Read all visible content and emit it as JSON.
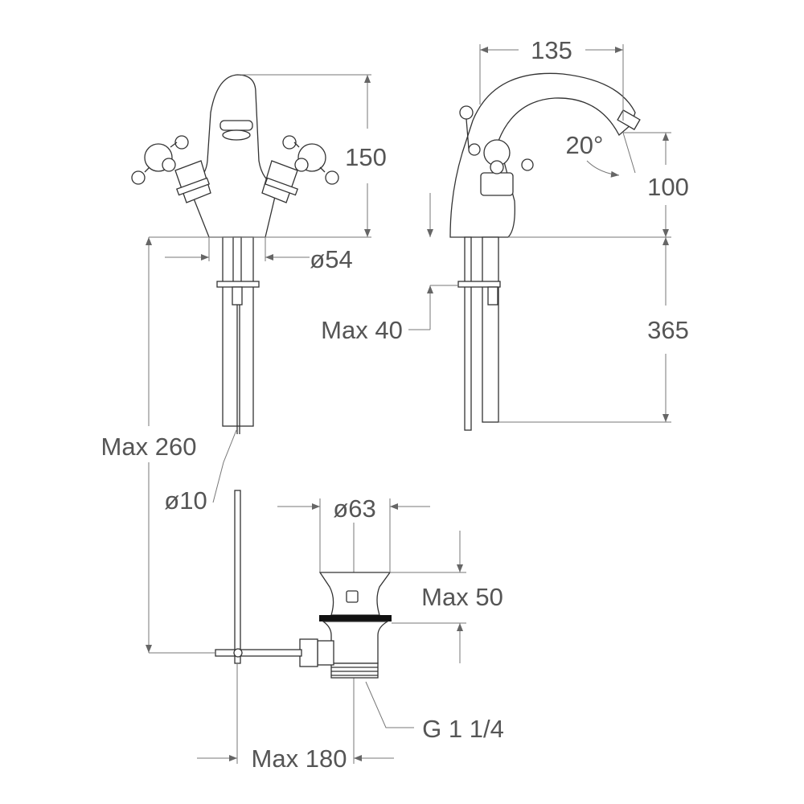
{
  "drawing": {
    "labels": {
      "spout_reach": "135",
      "height": "150",
      "spout_angle": "20°",
      "spout_height": "100",
      "base_diameter": "ø54",
      "max_deck_thickness": "Max 40",
      "tail_length": "365",
      "max_rod_drop": "Max 260",
      "rod_diameter": "ø10",
      "waste_diameter": "ø63",
      "max_waste_height": "Max 50",
      "thread": "G 1 1/4",
      "max_rod_reach": "Max 180"
    },
    "colors": {
      "line": "#333333",
      "dimension": "#777777",
      "text": "#555555"
    }
  }
}
